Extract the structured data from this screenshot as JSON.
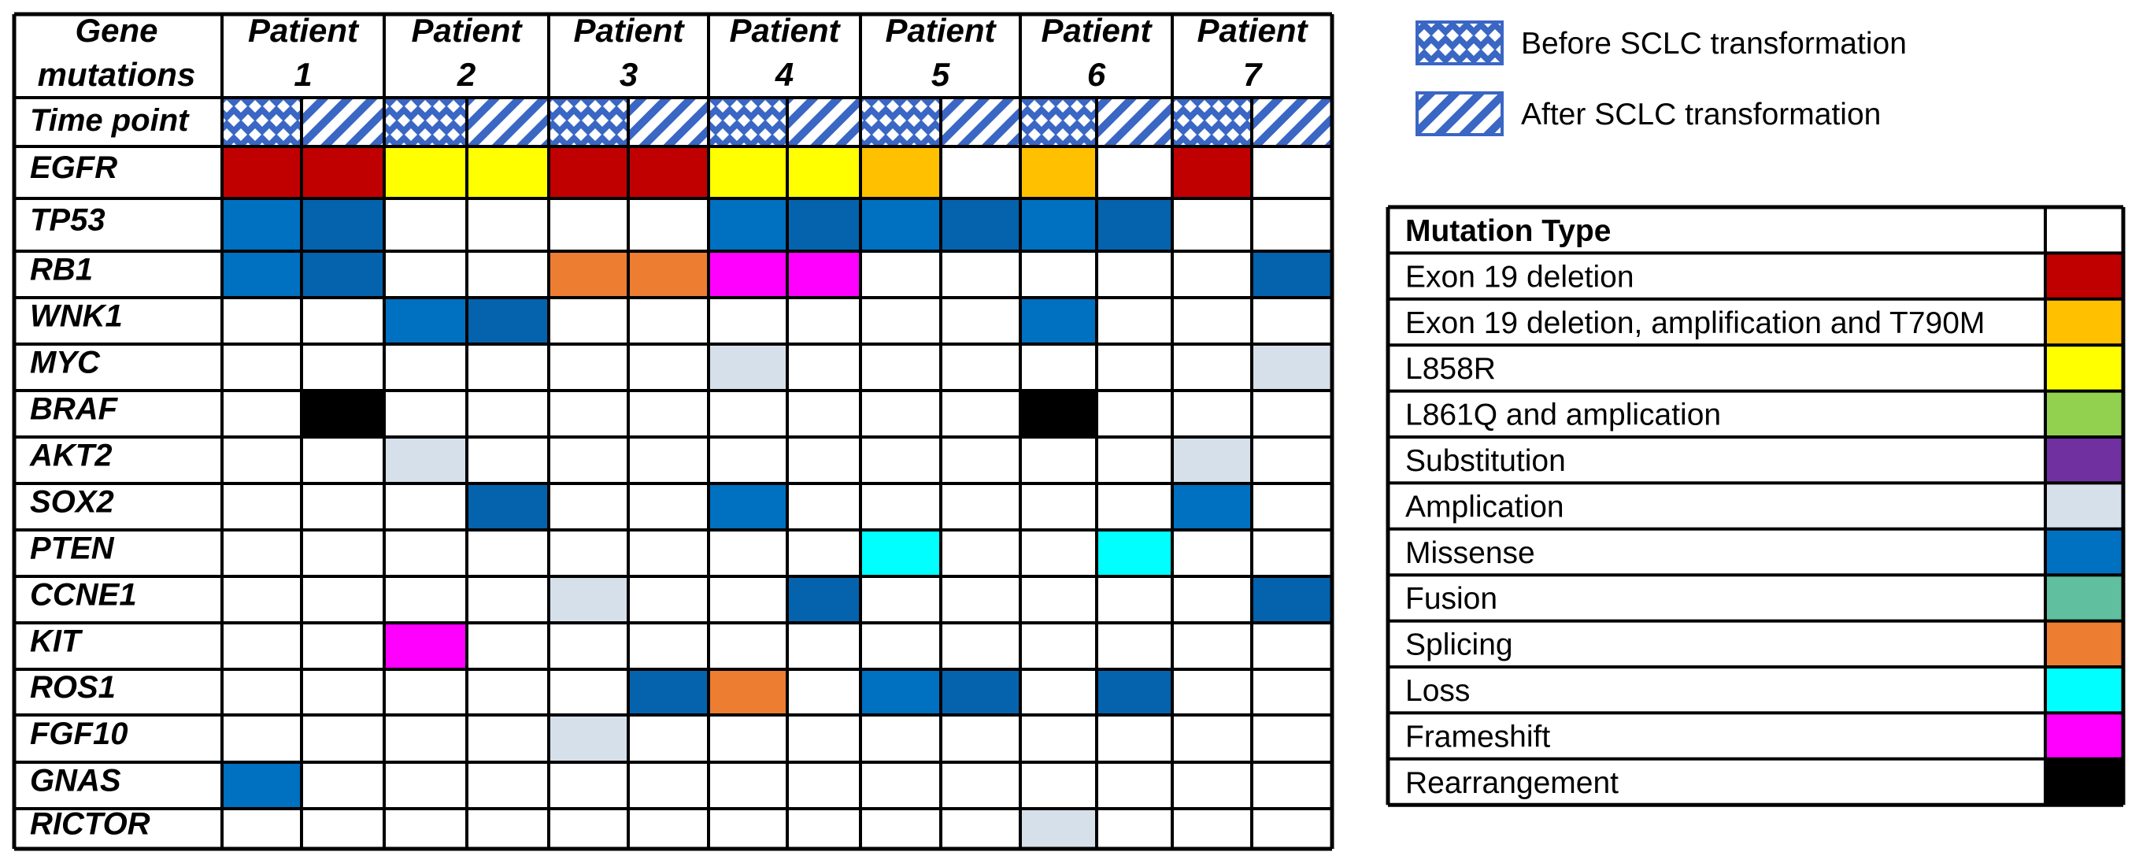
{
  "colors": {
    "pattern_blue": "#3a66c4",
    "grid": "#000000"
  },
  "chart_data": {
    "type": "heatmap",
    "header_label_lines": [
      "Gene",
      "mutations"
    ],
    "patients": [
      {
        "lines": [
          "Patient",
          "1"
        ]
      },
      {
        "lines": [
          "Patient",
          "2"
        ]
      },
      {
        "lines": [
          "Patient",
          "3"
        ]
      },
      {
        "lines": [
          "Patient",
          "4"
        ]
      },
      {
        "lines": [
          "Patient",
          "5"
        ]
      },
      {
        "lines": [
          "Patient",
          "6"
        ]
      },
      {
        "lines": [
          "Patient",
          "7"
        ]
      }
    ],
    "time_point_label": "Time point",
    "time_points": [
      "before",
      "after"
    ],
    "genes": [
      "EGFR",
      "TP53",
      "RB1",
      "WNK1",
      "MYC",
      "BRAF",
      "AKT2",
      "SOX2",
      "PTEN",
      "CCNE1",
      "KIT",
      "ROS1",
      "FGF10",
      "GNAS",
      "RICTOR"
    ],
    "cells": [
      [
        "exon19del",
        "exon19del",
        "l858r",
        "l858r",
        "exon19del",
        "exon19del",
        "l858r",
        "l858r",
        "exon19amp",
        "",
        "exon19amp",
        "",
        "exon19del",
        ""
      ],
      [
        "missense",
        "missense_dark",
        "",
        "",
        "",
        "",
        "missense",
        "missense_dark",
        "missense",
        "missense_dark",
        "missense",
        "missense_dark",
        "",
        ""
      ],
      [
        "missense",
        "missense_dark",
        "",
        "",
        "splicing",
        "splicing",
        "frameshift",
        "frameshift",
        "",
        "",
        "",
        "",
        "",
        "missense_dark"
      ],
      [
        "",
        "",
        "missense",
        "missense_dark",
        "",
        "",
        "",
        "",
        "",
        "",
        "missense",
        "",
        "",
        ""
      ],
      [
        "",
        "",
        "",
        "",
        "",
        "",
        "amplification",
        "",
        "",
        "",
        "",
        "",
        "",
        "amplification"
      ],
      [
        "",
        "rearrangement",
        "",
        "",
        "",
        "",
        "",
        "",
        "",
        "",
        "rearrangement",
        "",
        "",
        ""
      ],
      [
        "",
        "",
        "amplification",
        "",
        "",
        "",
        "",
        "",
        "",
        "",
        "",
        "",
        "amplification",
        ""
      ],
      [
        "",
        "",
        "",
        "missense_dark",
        "",
        "",
        "missense",
        "",
        "",
        "",
        "",
        "",
        "missense",
        ""
      ],
      [
        "",
        "",
        "",
        "",
        "",
        "",
        "",
        "",
        "loss",
        "",
        "",
        "loss",
        "",
        ""
      ],
      [
        "",
        "",
        "",
        "",
        "amplification",
        "",
        "",
        "missense_dark",
        "",
        "",
        "",
        "",
        "",
        "missense_dark"
      ],
      [
        "",
        "",
        "frameshift",
        "",
        "",
        "",
        "",
        "",
        "",
        "",
        "",
        "",
        "",
        ""
      ],
      [
        "",
        "",
        "",
        "",
        "",
        "missense_dark",
        "splicing",
        "",
        "missense",
        "missense_dark",
        "",
        "missense_dark",
        "",
        ""
      ],
      [
        "",
        "",
        "",
        "",
        "amplification",
        "",
        "",
        "",
        "",
        "",
        "",
        "",
        "",
        ""
      ],
      [
        "missense",
        "",
        "",
        "",
        "",
        "",
        "",
        "",
        "",
        "",
        "",
        "",
        "",
        ""
      ],
      [
        "",
        "",
        "",
        "",
        "",
        "",
        "",
        "",
        "",
        "",
        "amplification",
        "",
        "",
        ""
      ]
    ],
    "fill_colors": {
      "exon19del": "#c00000",
      "exon19amp": "#ffc000",
      "l858r": "#ffff00",
      "l861q": "#92d050",
      "substitution": "#7030a0",
      "amplification": "#d6e0ea",
      "missense": "#0070c0",
      "missense_dark": "#0563ad",
      "fusion": "#5fbf9f",
      "splicing": "#ed7d31",
      "loss": "#00ffff",
      "frameshift": "#ff00ff",
      "rearrangement": "#000000"
    },
    "pattern_legend": [
      {
        "pattern": "diamond",
        "label": "Before SCLC transformation"
      },
      {
        "pattern": "stripe",
        "label": "After SCLC transformation"
      }
    ],
    "mutation_key": {
      "title": "Mutation Type",
      "rows": [
        {
          "label": "Exon 19 deletion",
          "color": "#c00000"
        },
        {
          "label": "Exon 19 deletion, amplification and T790M",
          "color": "#ffc000"
        },
        {
          "label": "L858R",
          "color": "#ffff00"
        },
        {
          "label": "L861Q and amplication",
          "color": "#92d050"
        },
        {
          "label": "Substitution",
          "color": "#7030a0"
        },
        {
          "label": "Amplication",
          "color": "#d6e0ea"
        },
        {
          "label": "Missense",
          "color": "#0070c0"
        },
        {
          "label": "Fusion",
          "color": "#5fbf9f"
        },
        {
          "label": "Splicing",
          "color": "#ed7d31"
        },
        {
          "label": "Loss",
          "color": "#00ffff"
        },
        {
          "label": "Frameshift",
          "color": "#ff00ff"
        },
        {
          "label": "Rearrangement",
          "color": "#000000"
        }
      ]
    }
  }
}
